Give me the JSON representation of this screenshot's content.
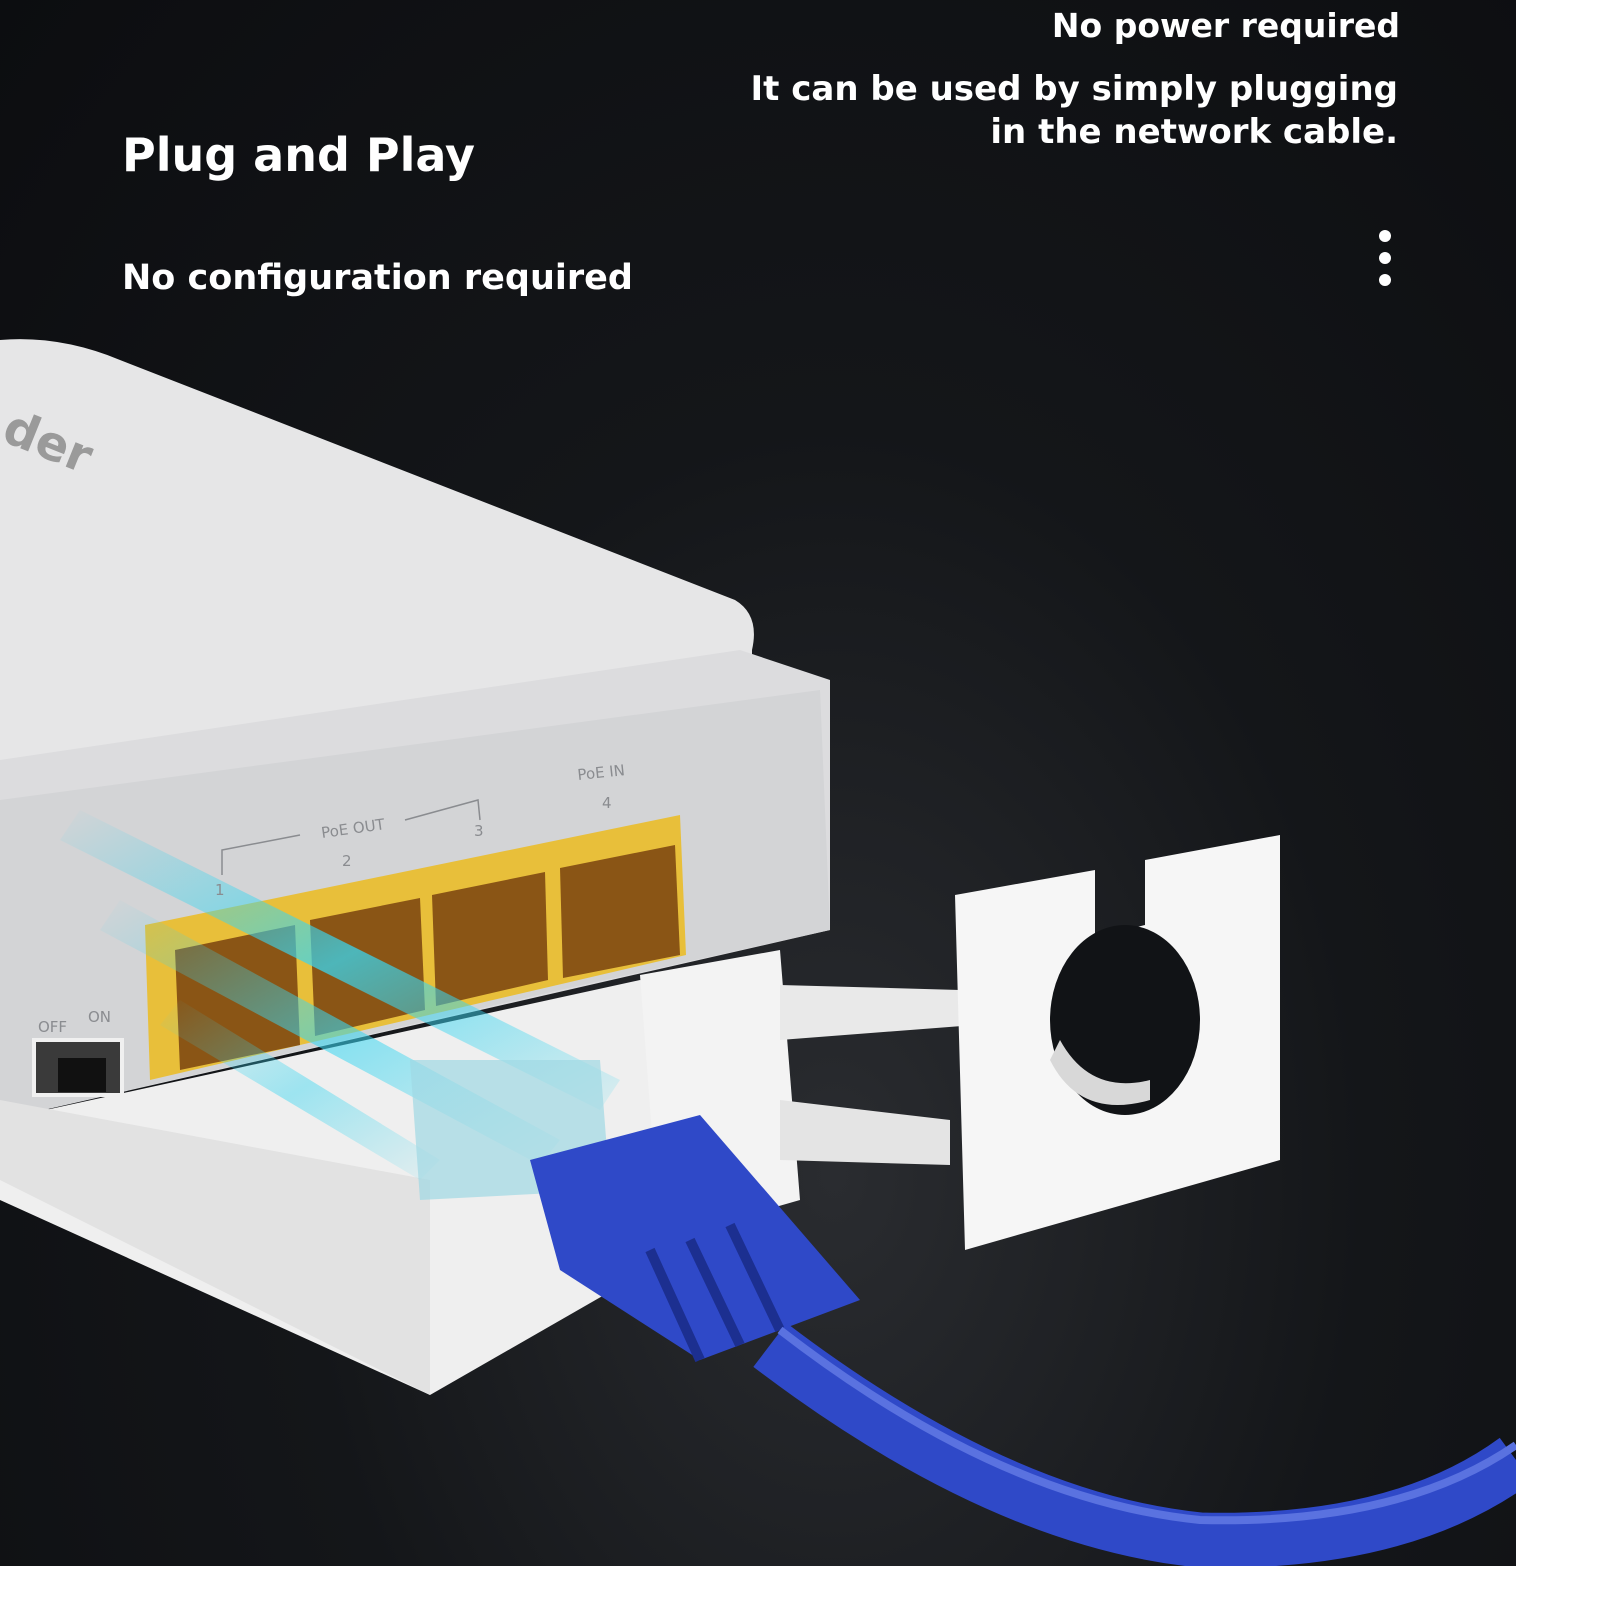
{
  "headline": {
    "title": "Plug and Play",
    "subtitle": "No configuration required",
    "power": "No power required",
    "cable_line1": "It can be used by simply plugging",
    "cable_line2": "in the network cable."
  },
  "device": {
    "brand_fragment": "der",
    "switch_off": "OFF",
    "switch_on": "ON",
    "poe_out_label": "PoE OUT",
    "poe_in_label": "PoE IN",
    "ports": [
      "1",
      "2",
      "3",
      "4"
    ]
  },
  "colors": {
    "port": "#e8bf3a",
    "cable": "#2f49c8",
    "glow": "#39d6f0"
  },
  "icons": {
    "menu": "more-vertical-icon"
  }
}
